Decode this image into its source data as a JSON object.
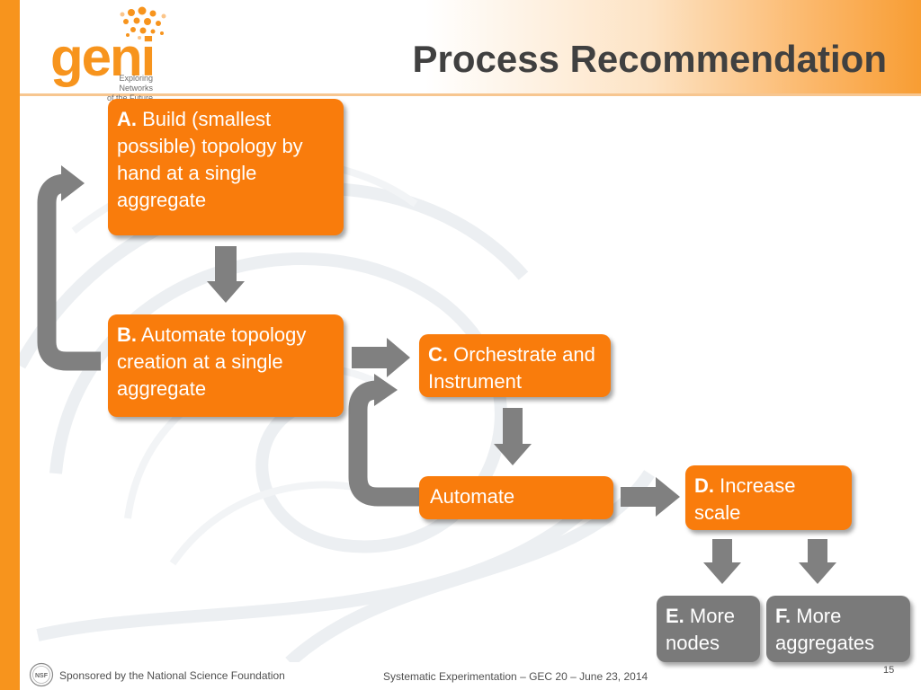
{
  "title": "Process Recommendation",
  "logo": {
    "word": "geni",
    "tagline_line1": "Exploring Networks",
    "tagline_line2": "of the Future",
    "color": "#f7941d"
  },
  "boxes": {
    "a": {
      "letter": "A.",
      "text": "Build (smallest possible) topology by hand at a single aggregate",
      "color": "#f97c0c"
    },
    "b": {
      "letter": "B.",
      "text": "Automate topology creation at a single aggregate",
      "color": "#f97c0c"
    },
    "c": {
      "letter": "C.",
      "text": "Orchestrate and Instrument",
      "color": "#f97c0c"
    },
    "automate": {
      "text": "Automate",
      "color": "#f97c0c"
    },
    "d": {
      "letter": "D.",
      "text": "Increase scale",
      "color": "#f97c0c"
    },
    "e": {
      "letter": "E.",
      "text": "More nodes",
      "color": "#7a7a7a"
    },
    "f": {
      "letter": "F.",
      "text": "More aggregates",
      "color": "#7a7a7a"
    }
  },
  "arrow_color": "#808080",
  "footer": {
    "nsf_badge": "NSF",
    "sponsor": "Sponsored by the National Science Foundation",
    "center": "Systematic Experimentation – GEC 20 – June 23, 2014",
    "page_number": "15"
  }
}
